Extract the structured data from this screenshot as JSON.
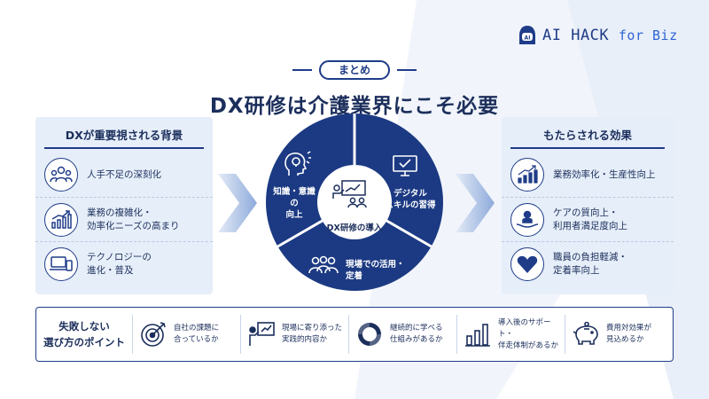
{
  "logo": {
    "text": "AI HACK",
    "suffix": "for Biz"
  },
  "badge": "まとめ",
  "headline": "DX研修は介護業界にこそ必要",
  "left_panel": {
    "title": "DXが重要視される背景",
    "items": [
      {
        "icon": "people-icon",
        "text": "人手不足の深刻化"
      },
      {
        "icon": "growth-chart-icon",
        "text": "業務の複雑化・\n効率化ニーズの高まり"
      },
      {
        "icon": "devices-icon",
        "text": "テクノロジーの\n進化・普及"
      }
    ]
  },
  "wheel": {
    "center": "DX研修の導入",
    "segments": [
      {
        "icon": "head-bulb-icon",
        "text": "知識・意識の\n向上"
      },
      {
        "icon": "monitor-check-icon",
        "text": "デジタル\nスキルの習得"
      },
      {
        "icon": "team-icon",
        "text": "現場での活用・\n定着"
      }
    ]
  },
  "right_panel": {
    "title": "もたらされる効果",
    "items": [
      {
        "icon": "growth-chart-icon",
        "text": "業務効率化・生産性向上"
      },
      {
        "icon": "care-hand-icon",
        "text": "ケアの質向上・\n利用者満足度向上"
      },
      {
        "icon": "heart-icon",
        "text": "職員の負担軽減・\n定着率向上"
      }
    ]
  },
  "bottom": {
    "title": "失敗しない\n選び方のポイント",
    "points": [
      {
        "icon": "target-icon",
        "text": "自社の課題に\n合っているか"
      },
      {
        "icon": "presenter-icon",
        "text": "現場に寄り添った\n実践的内容か"
      },
      {
        "icon": "cycle-icon",
        "text": "継続的に学べる\n仕組みがあるか"
      },
      {
        "icon": "bar-chart-icon",
        "text": "導入後のサポート・\n伴走体制があるか"
      },
      {
        "icon": "piggy-bank-icon",
        "text": "費用対効果が\n見込めるか"
      }
    ]
  },
  "colors": {
    "navy": "#1f3c88",
    "dark": "#1c2f5c",
    "panel": "#e6eef9",
    "arrow": "#9fb6df"
  }
}
